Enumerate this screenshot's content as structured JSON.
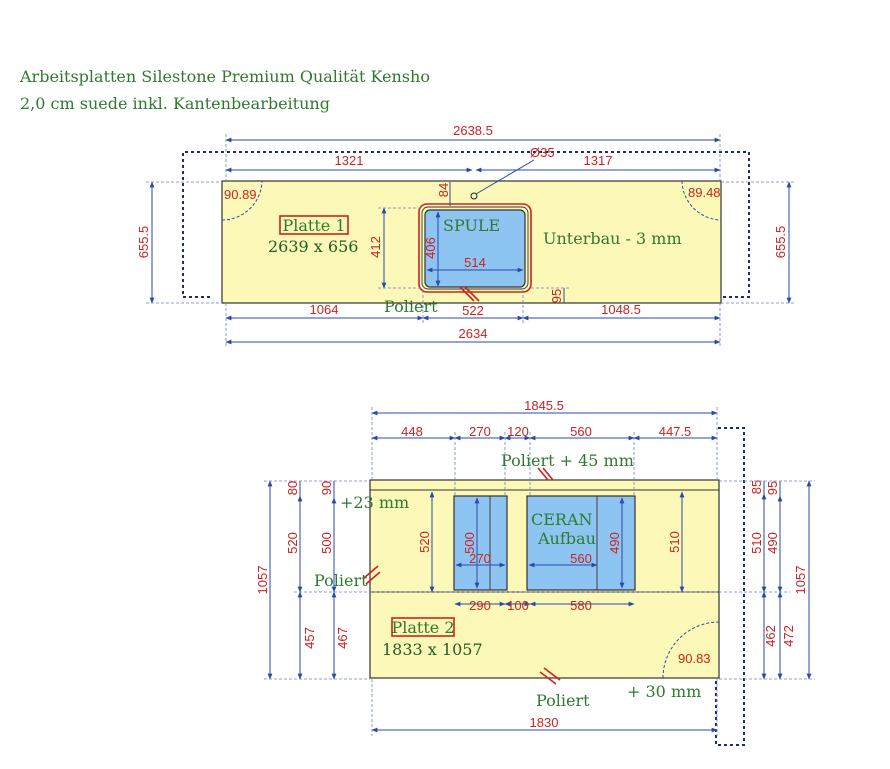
{
  "header": {
    "line1": "Arbeitsplatten Silestone Premium Qualität Kensho",
    "line2": "2,0 cm suede inkl. Kantenbearbeitung"
  },
  "plate1": {
    "name": "Platte 1",
    "size": "2639 x 656",
    "sink_label": "SPULE",
    "underbau": "Unterbau - 3 mm",
    "edge": "Poliert",
    "diameter": "Ø35",
    "dims": {
      "top_total": "2638.5",
      "left_seg": "1321",
      "right_seg": "1317",
      "corner_left": "90.89",
      "corner_right": "89.48",
      "height_left": "655.5",
      "height_right": "655.5",
      "sink_depth_outer": "412",
      "sink_depth_inner": "406",
      "sink_width_inner": "514",
      "sink_top_offset": "84",
      "sink_bottom_offset": "95",
      "sink_width_outer": "522",
      "bottom_left": "1064",
      "bottom_right": "1048.5",
      "bottom_total": "2634"
    }
  },
  "plate2": {
    "name": "Platte 2",
    "size": "1833 x 1057",
    "ceran_label_1": "CERAN",
    "ceran_label_2": "Aufbau",
    "edge_top": "Poliert  + 45 mm",
    "edge_left": "Poliert",
    "edge_bottom": "Poliert",
    "extra_left": "+23 mm",
    "extra_bottom": "+ 30 mm",
    "dims": {
      "top_total": "1845.5",
      "top_a": "448",
      "top_b": "270",
      "top_c": "120",
      "top_d": "560",
      "top_e": "447.5",
      "left_outer": "1057",
      "left_a": "80",
      "left_b": "520",
      "left_c": "90",
      "left_d": "500",
      "left_e": "520",
      "left_f": "457",
      "left_g": "467",
      "hob_height": "500",
      "hob_width": "270",
      "ceran_height": "490",
      "ceran_width": "560",
      "right_inner": "510",
      "right_a": "85",
      "right_b": "95",
      "right_c": "510",
      "right_d": "490",
      "right_e": "462",
      "right_f": "472",
      "right_outer": "1057",
      "corner": "90.83",
      "bot_a": "290",
      "bot_b": "100",
      "bot_c": "580",
      "bottom_total": "1830"
    }
  }
}
